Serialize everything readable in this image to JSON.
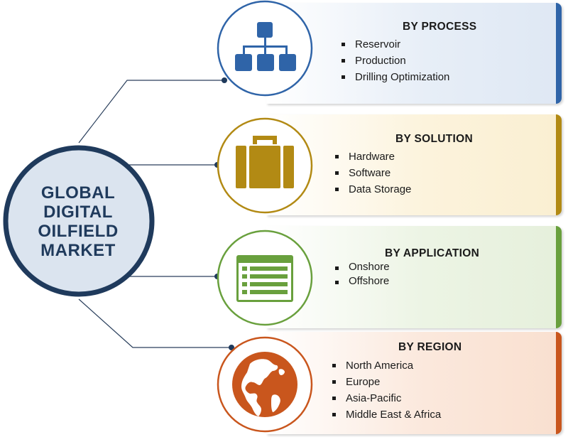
{
  "hub": {
    "lines": [
      "GLOBAL",
      "DIGITAL",
      "OILFIELD",
      "MARKET"
    ]
  },
  "segments": [
    {
      "title": "BY PROCESS",
      "icon": "hierarchy-icon",
      "color": "#2f64a8",
      "items": [
        "Reservoir",
        "Production",
        "Drilling Optimization"
      ]
    },
    {
      "title": "BY SOLUTION",
      "icon": "briefcase-icon",
      "color": "#b28a14",
      "items": [
        "Hardware",
        "Software",
        "Data Storage"
      ]
    },
    {
      "title": "BY APPLICATION",
      "icon": "list-window-icon",
      "color": "#69a03d",
      "items": [
        "Onshore",
        "Offshore"
      ]
    },
    {
      "title": "BY REGION",
      "icon": "globe-icon",
      "color": "#c9561d",
      "items": [
        "North America",
        "Europe",
        "Asia-Pacific",
        "Middle East & Africa"
      ]
    }
  ],
  "colors": {
    "hub_ring": "#1f3a5c",
    "hub_fill": "#dbe4ef",
    "connector": "#2a3f5c"
  }
}
